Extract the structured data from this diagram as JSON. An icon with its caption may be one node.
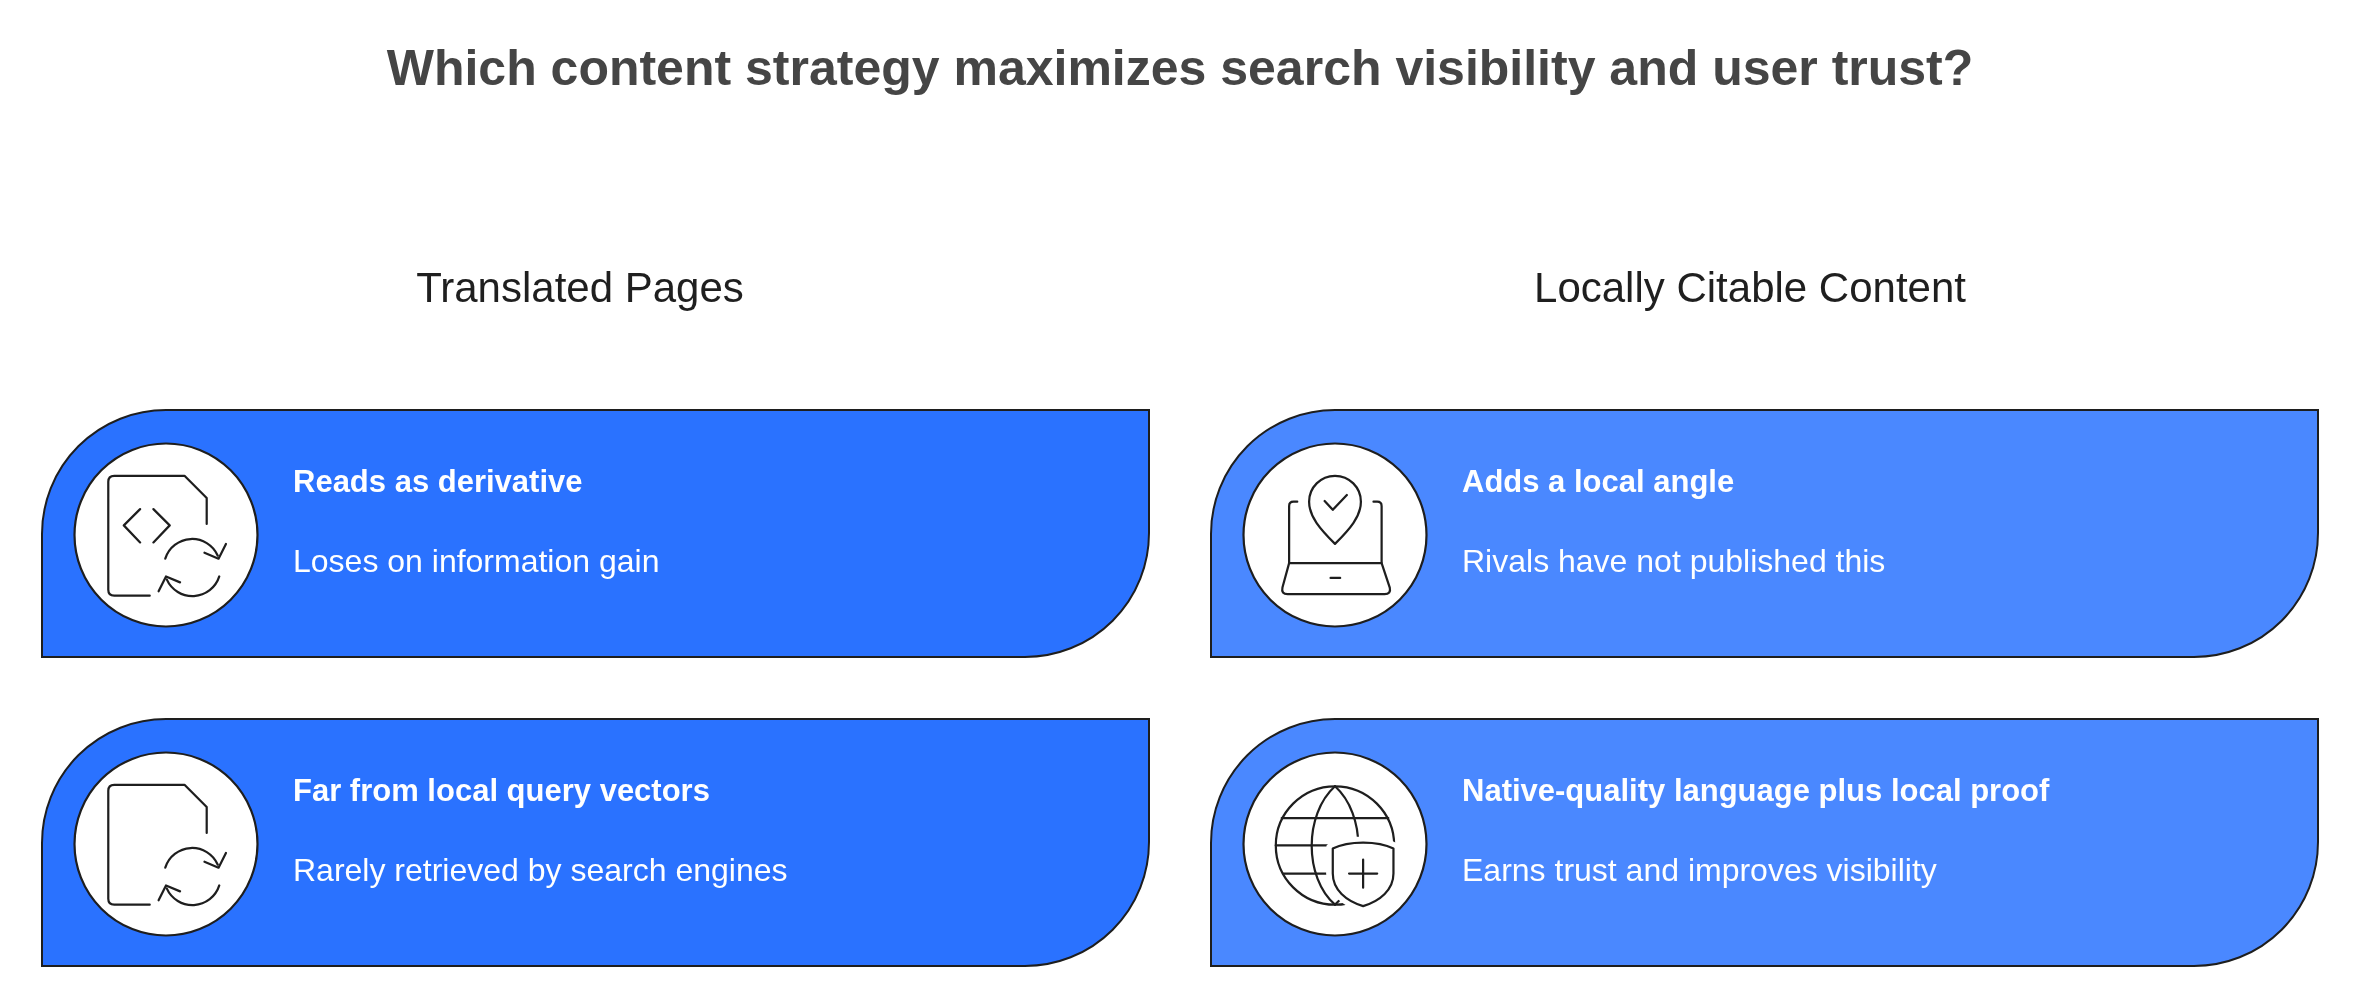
{
  "diagram": {
    "title": "Which content strategy maximizes search visibility and user trust?",
    "nodes": [
      {
        "text": [
          "Reads as derivative",
          "Loses on information gain"
        ]
      },
      {
        "text": [
          "Far from local query vectors",
          "Rarely retrieved by search engines"
        ]
      },
      {
        "text": [
          "Adds a local angle",
          "Rivals have not published this"
        ]
      },
      {
        "text": [
          "Native-quality language plus local proof",
          "Earns trust and improves visibility"
        ]
      }
    ],
    "labels": [
      "Translated Pages",
      "Locally Citable Content"
    ]
  }
}
